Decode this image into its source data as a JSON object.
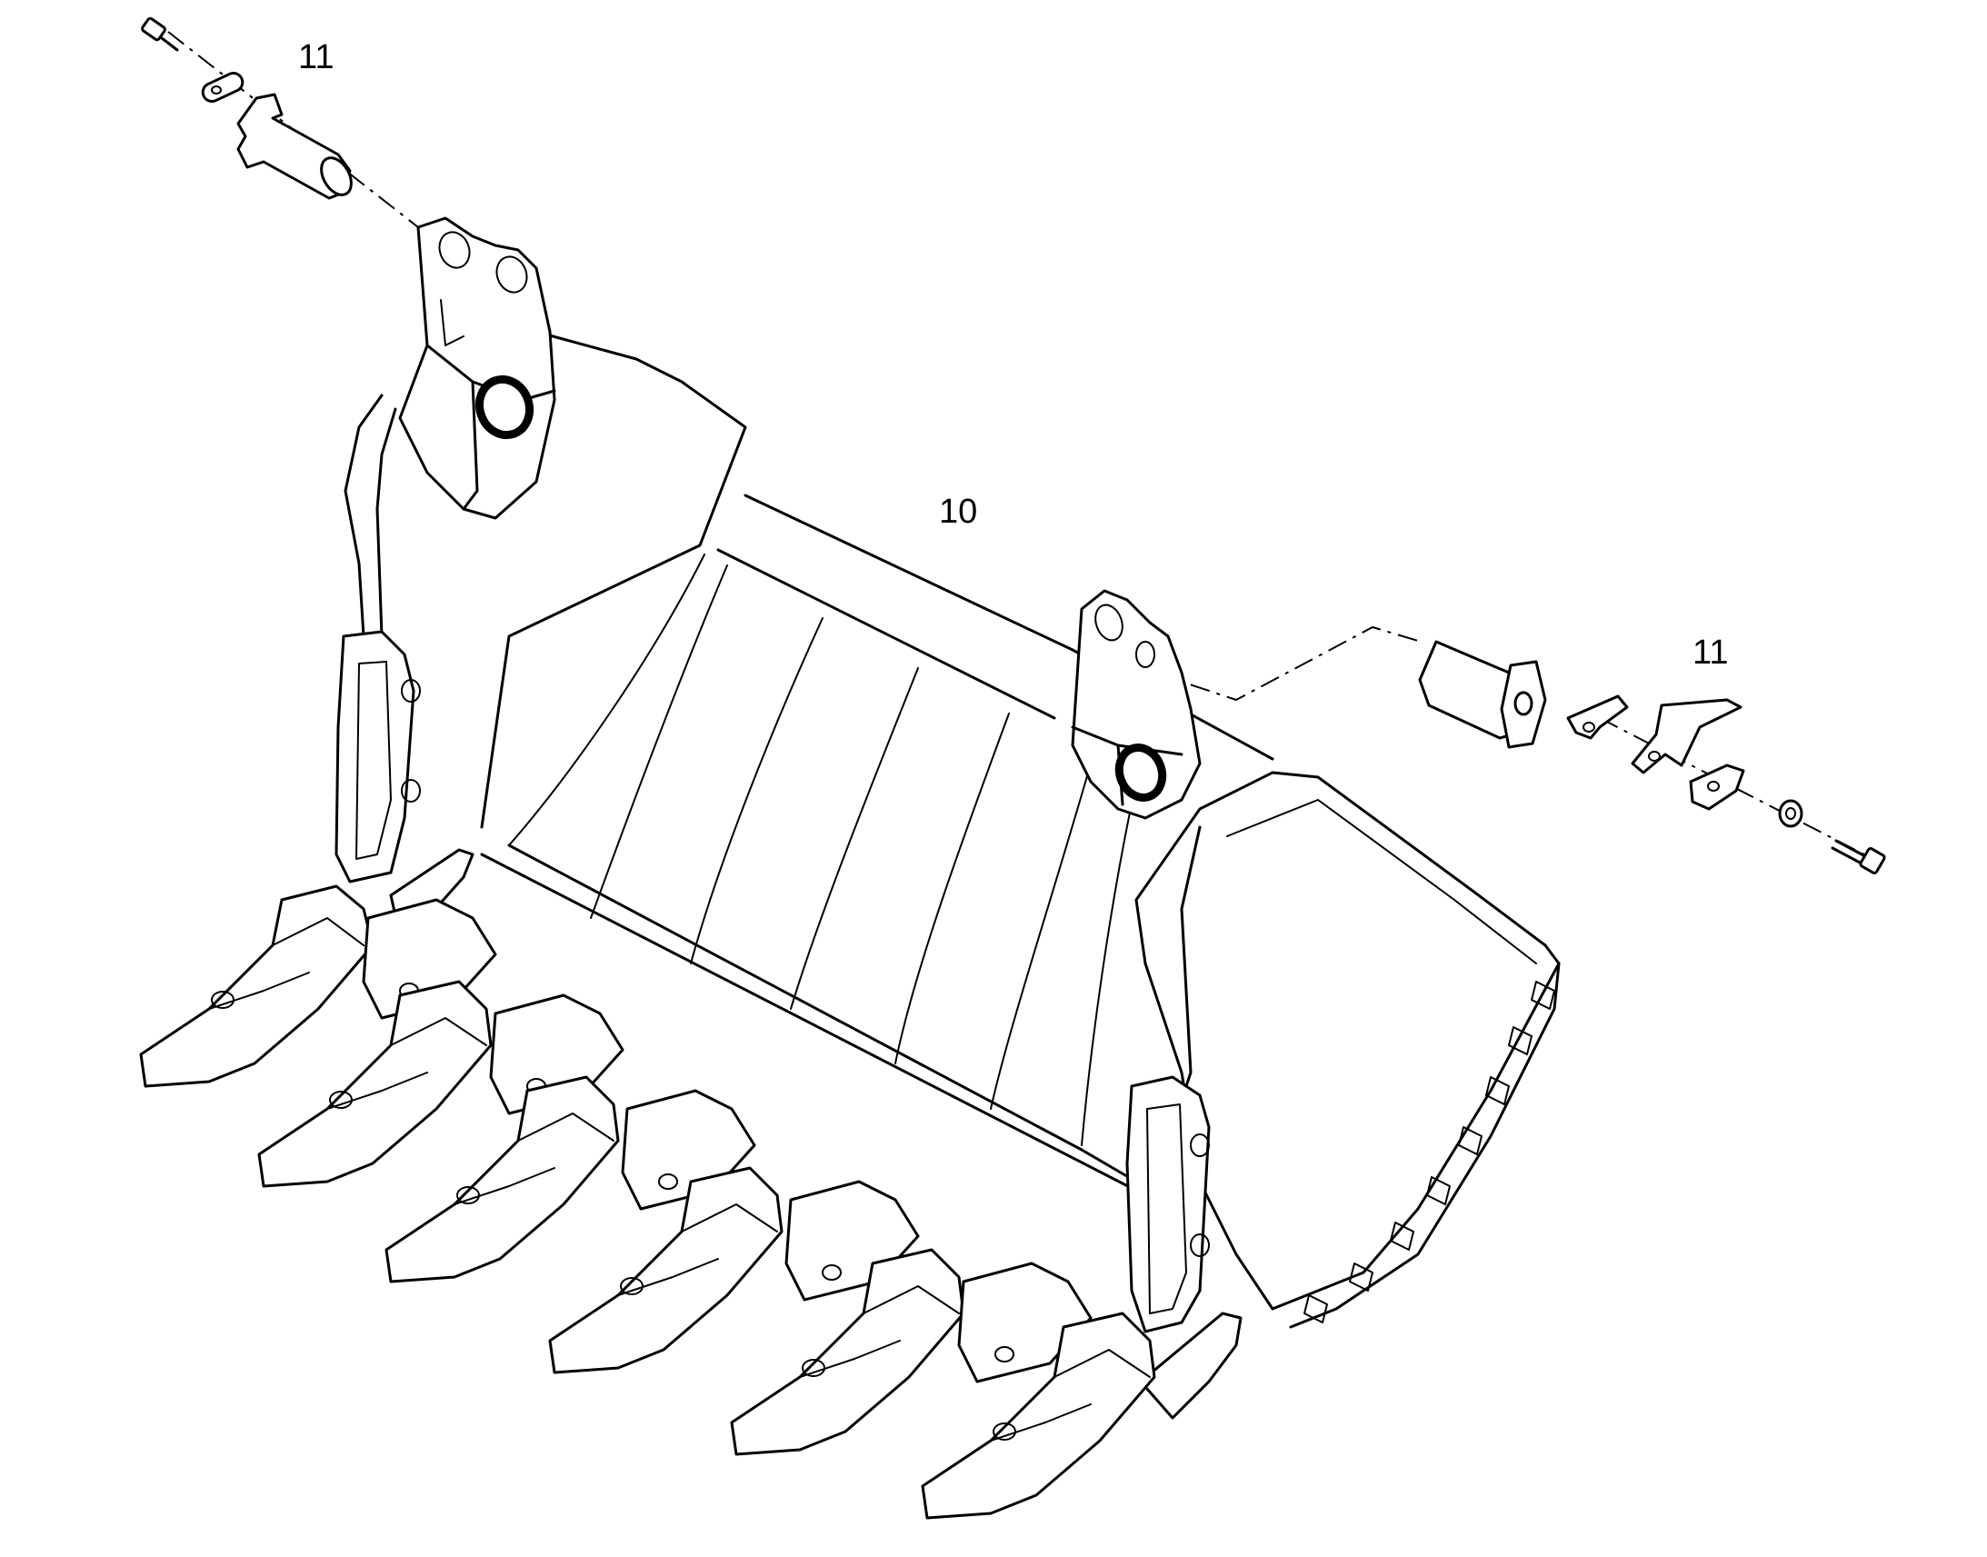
{
  "callouts": {
    "pin_top_left": "11",
    "bucket": "10",
    "pin_right": "11"
  }
}
